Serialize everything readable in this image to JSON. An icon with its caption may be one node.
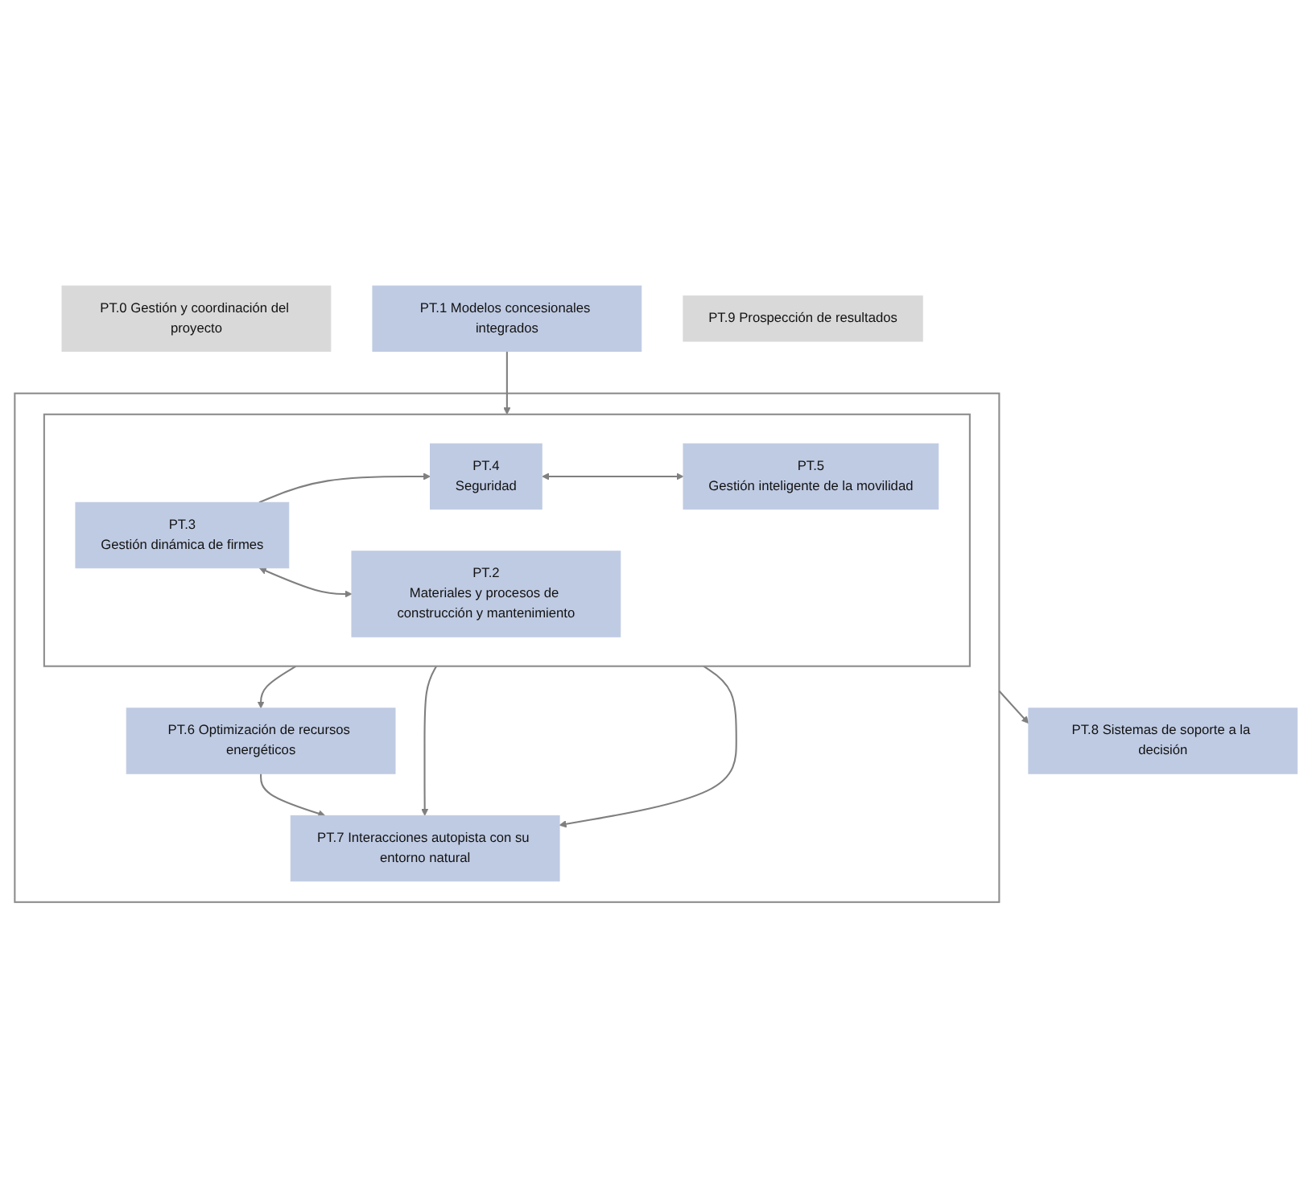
{
  "diagram": {
    "nodes": [
      {
        "text": [
          "PT.0 Gestión y coordinación del proyecto"
        ]
      },
      {
        "text": [
          "PT.1 Modelos concesionales integrados"
        ]
      },
      {
        "text": [],
        "shape": "box"
      },
      {
        "text": [],
        "shape": "box",
        "in": 2
      },
      {
        "text": [
          "PT.3",
          "Gestión dinámica de firmes"
        ],
        "in": 3
      },
      {
        "text": [
          "PT.4",
          "Seguridad"
        ],
        "in": 3
      },
      {
        "text": [
          "PT.2",
          "Materiales y procesos de construcción y mantenimiento"
        ],
        "in": 3
      },
      {
        "text": [
          "PT.5",
          "Gestión inteligente de la movilidad"
        ],
        "in": 3
      },
      {
        "text": [
          "PT.6 Optimización de recursos energéticos"
        ],
        "in": 2
      },
      {
        "text": [
          "PT.7 Interacciones autopista con su entorno natural"
        ],
        "in": 2
      },
      {
        "text": [
          "PT.8 Sistemas de soporte a la decisión"
        ]
      },
      {
        "text": [
          "PT.9 Prospección de resultados"
        ]
      }
    ],
    "edges": [
      {
        "from": 1,
        "to": 3,
        "arrow": "to"
      },
      {
        "from": 4,
        "to": 5,
        "arrow": "to"
      },
      {
        "from": 4,
        "to": 6,
        "arrow": "both"
      },
      {
        "from": 5,
        "to": 7,
        "arrow": "both"
      },
      {
        "from": 3,
        "to": 8,
        "arrow": "to"
      },
      {
        "from": 3,
        "to": 9,
        "arrow": "to"
      },
      {
        "from": 8,
        "to": 9,
        "arrow": "to"
      },
      {
        "from": 3,
        "to": 9,
        "arrow": "to"
      },
      {
        "from": 2,
        "to": 10,
        "arrow": "to"
      }
    ]
  }
}
